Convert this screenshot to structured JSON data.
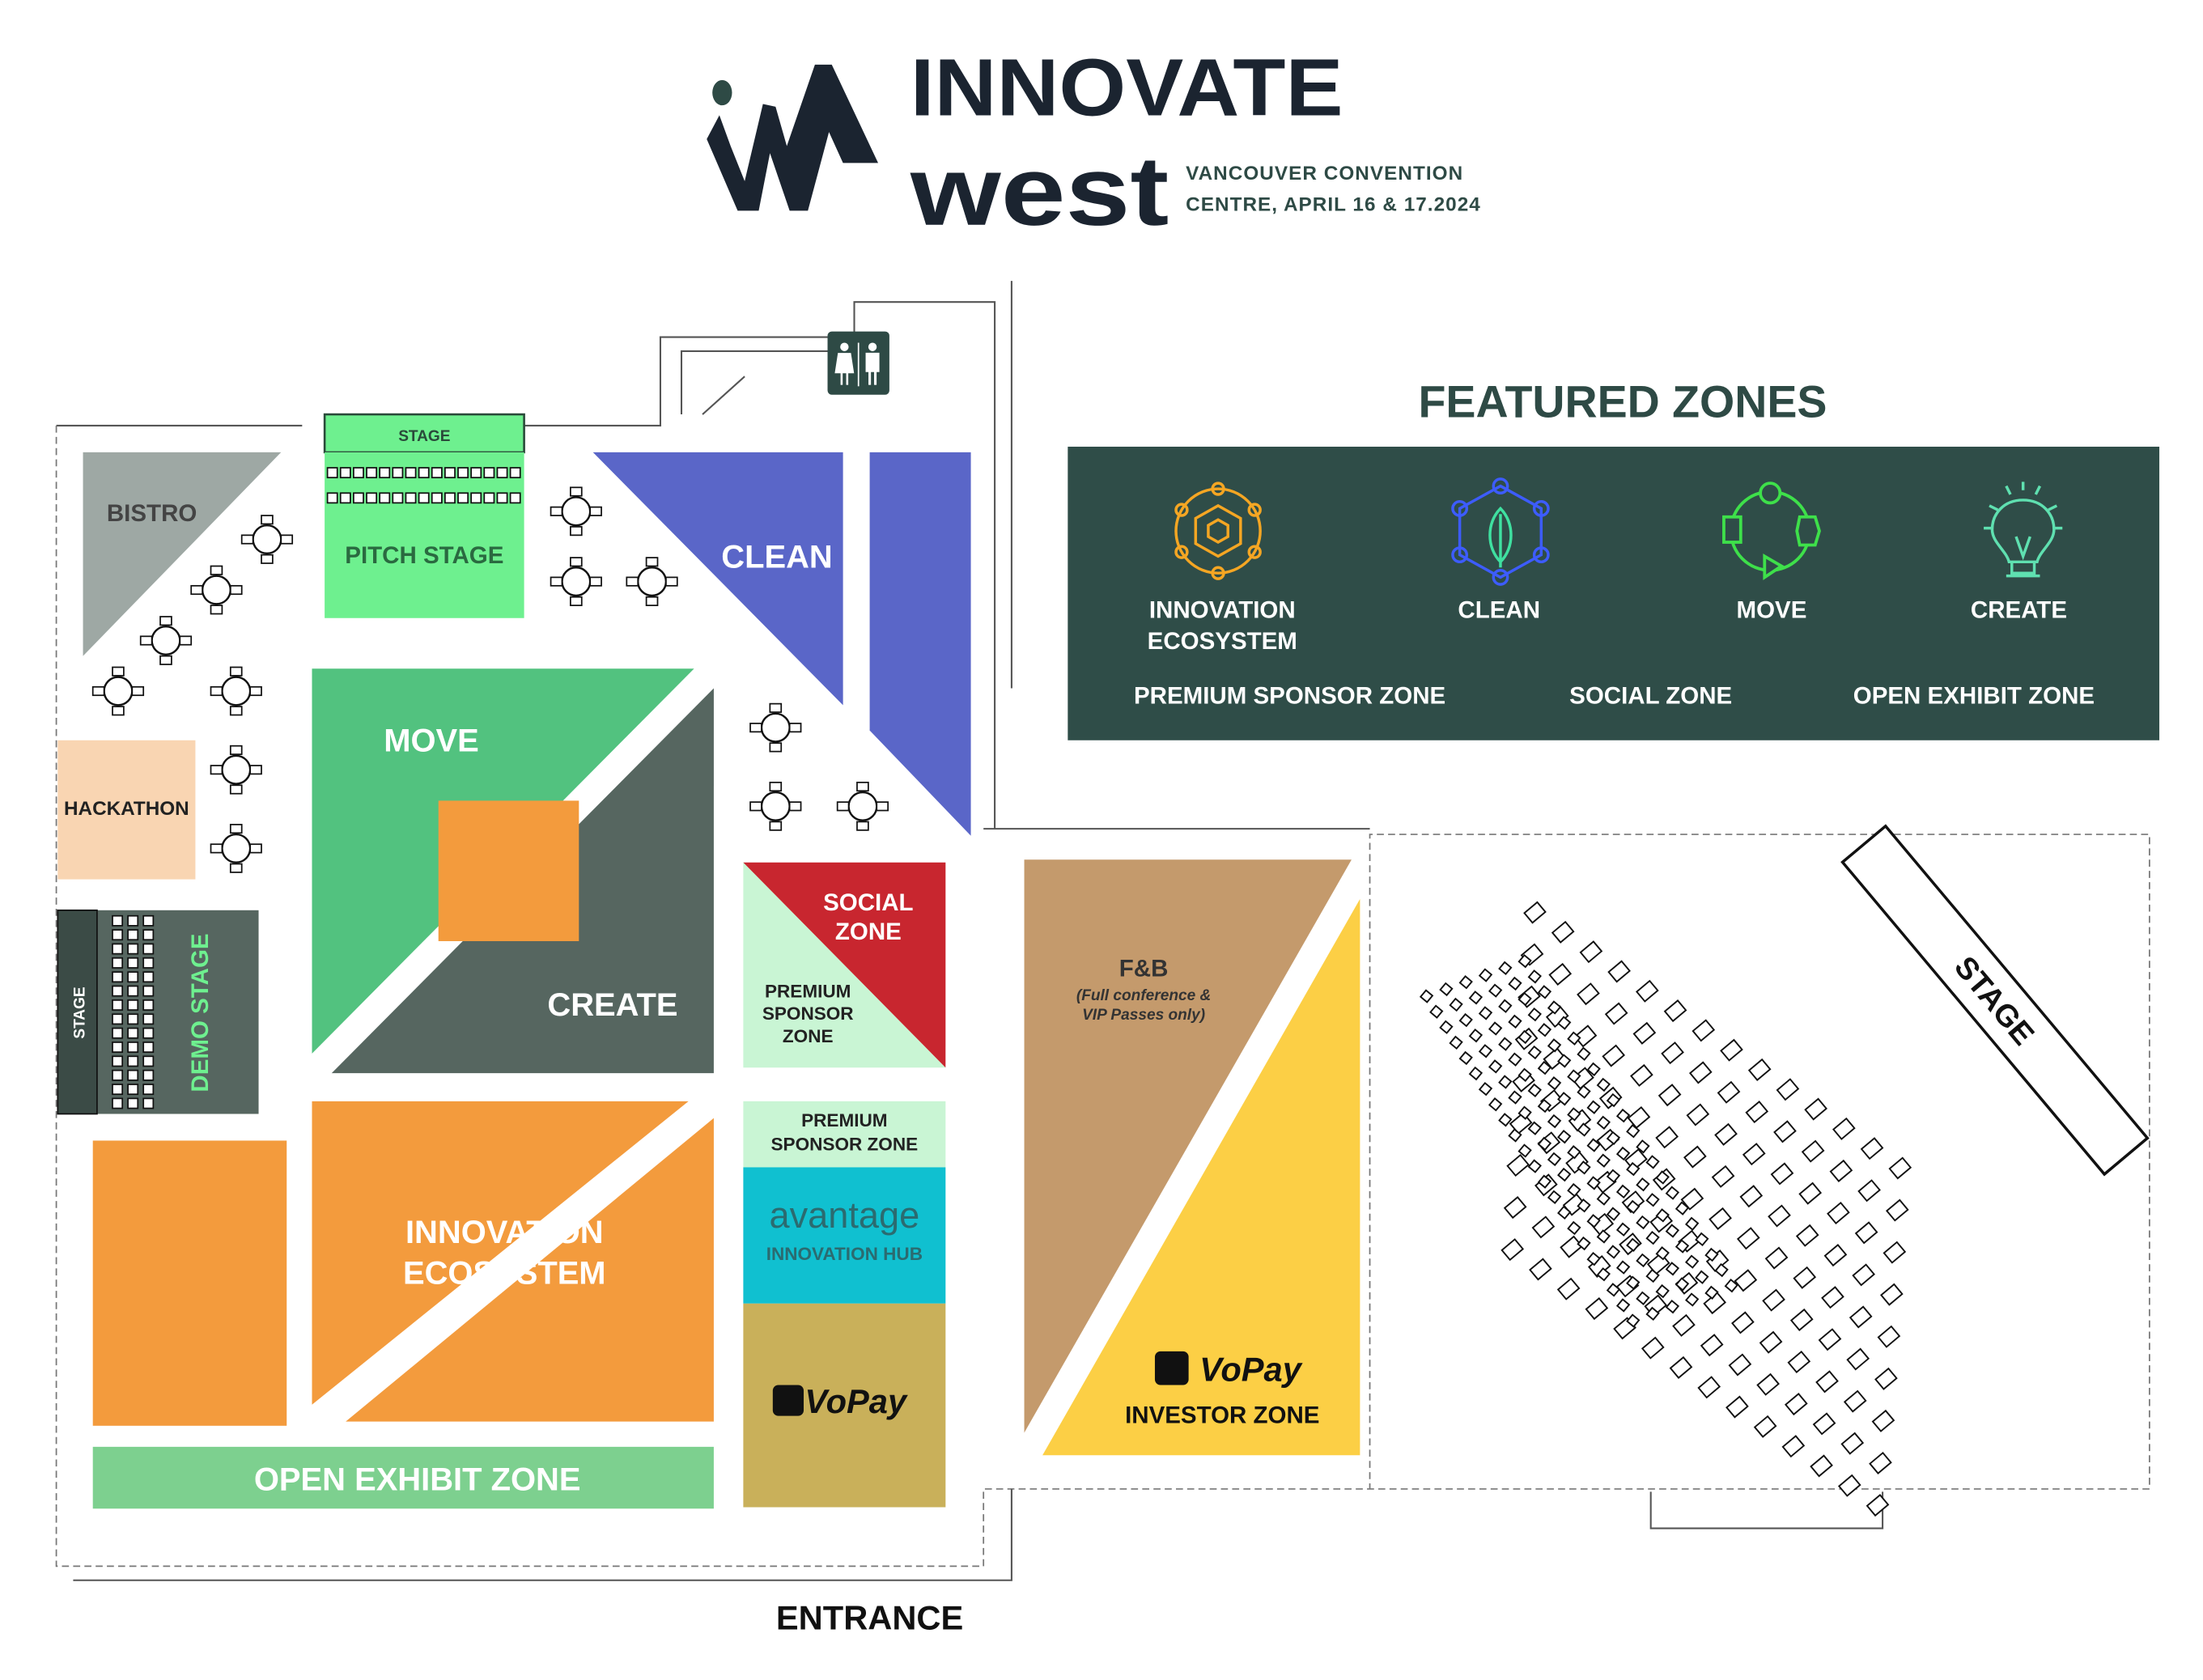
{
  "header": {
    "logo_word1": "INNOVATE",
    "logo_word2": "west",
    "subtitle_line1": "VANCOUVER CONVENTION",
    "subtitle_line2": "CENTRE, APRIL 16 & 17.2024"
  },
  "featured": {
    "title": "FEATURED ZONES",
    "zones": [
      {
        "line1": "INNOVATION",
        "line2": "ECOSYSTEM",
        "icon": "network-hexagon-icon",
        "color": "#f5a623"
      },
      {
        "line1": "CLEAN",
        "icon": "leaf-network-icon",
        "color": "#3d5cff"
      },
      {
        "line1": "MOVE",
        "icon": "cycle-arrows-icon",
        "color": "#3ee04a"
      },
      {
        "line1": "CREATE",
        "icon": "lightbulb-icon",
        "color": "#5fe0b0"
      }
    ],
    "bottom": [
      "PREMIUM SPONSOR ZONE",
      "SOCIAL ZONE",
      "OPEN EXHIBIT ZONE"
    ]
  },
  "map": {
    "bistro": "BISTRO",
    "stage_small": "STAGE",
    "pitch_stage": "PITCH STAGE",
    "clean": "CLEAN",
    "hackathon": "HACKATHON",
    "demo_stage": "DEMO STAGE",
    "demo_stage_small": "STAGE",
    "move": "MOVE",
    "create": "CREATE",
    "social_line1": "SOCIAL",
    "social_line2": "ZONE",
    "premium_a": [
      "PREMIUM",
      "SPONSOR",
      "ZONE"
    ],
    "innovation_line1": "INNOVATION",
    "innovation_line2": "ECOSYSTEM",
    "open_exhibit": "OPEN EXHIBIT ZONE",
    "premium_b_line1": "PREMIUM",
    "premium_b_line2": "SPONSOR ZONE",
    "avantage": "avantage",
    "avantage_sub": "INNOVATION HUB",
    "vopay": "VoPay",
    "fb": "F&B",
    "fb_sub1": "(Full conference &",
    "fb_sub2": "VIP Passes only)",
    "investor_vopay": "VoPay",
    "investor": "INVESTOR ZONE",
    "main_stage": "STAGE",
    "entrance": "ENTRANCE"
  },
  "colors": {
    "brand_dark": "#1b2430",
    "brand_teal": "#2e4a45",
    "panel": "#2f4d48"
  }
}
